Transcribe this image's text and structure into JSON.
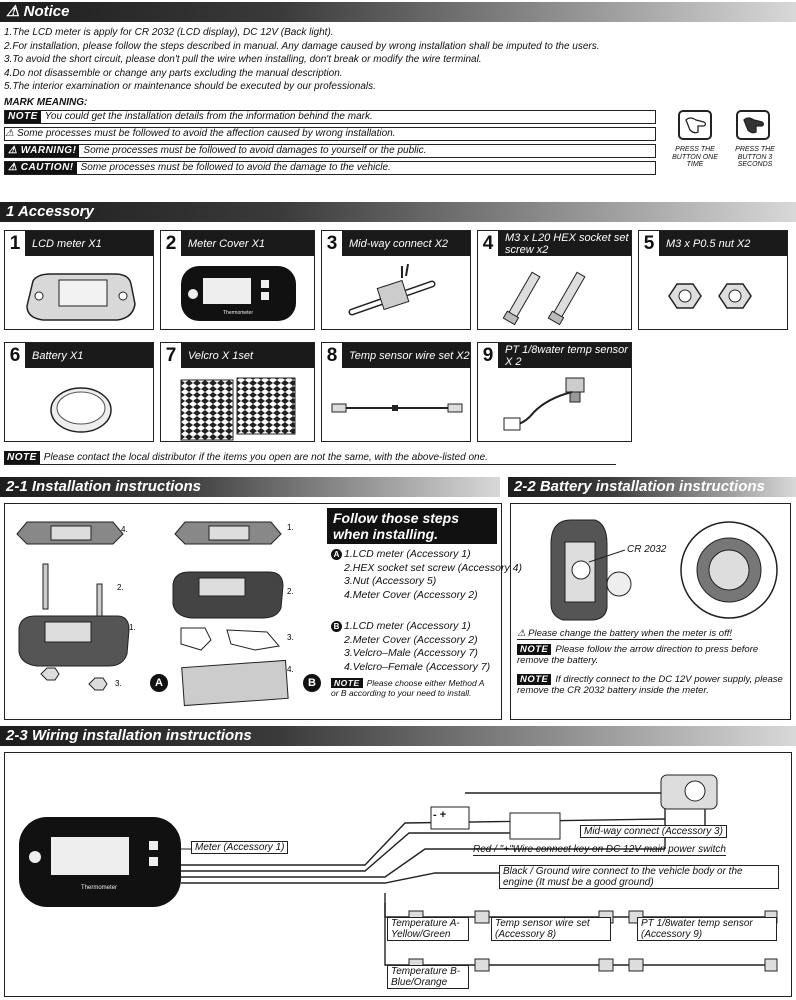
{
  "notice": {
    "title": "Notice",
    "lines": [
      "1.The LCD meter is apply for CR 2032 (LCD display), DC 12V (Back light).",
      "2.For installation, please follow the steps described in manual. Any damage caused by wrong installation shall be imputed to the users.",
      "3.To avoid the short circuit, please don't pull the wire when installing, don't break or modify the wire terminal.",
      "4.Do not disassemble or change any parts excluding the manual description.",
      "5.The interior examination or maintenance should be executed by our professionals."
    ],
    "mark_meaning_title": "MARK MEANING:",
    "marks": [
      {
        "tag": "NOTE",
        "text": "You could get the installation details from the information behind the mark."
      },
      {
        "tag": "⚠",
        "text": "Some processes must be followed to avoid the affection caused by wrong installation."
      },
      {
        "tag": "⚠ WARNING!",
        "text": "Some processes must be followed to avoid damages to yourself or the public."
      },
      {
        "tag": "⚠ CAUTION!",
        "text": "Some processes must be followed to avoid the damage to the vehicle."
      }
    ],
    "press_one": "PRESS THE BUTTON ONE TIME",
    "press_three": "PRESS THE BUTTON 3 SECONDS"
  },
  "accessory": {
    "title": "1 Accessory",
    "items": [
      {
        "num": "1",
        "label": "LCD meter X1"
      },
      {
        "num": "2",
        "label": "Meter Cover X1"
      },
      {
        "num": "3",
        "label": "Mid-way connect X2"
      },
      {
        "num": "4",
        "label": "M3 x L20 HEX socket set screw x2"
      },
      {
        "num": "5",
        "label": "M3 x P0.5 nut X2"
      },
      {
        "num": "6",
        "label": "Battery X1"
      },
      {
        "num": "7",
        "label": "Velcro X 1set"
      },
      {
        "num": "8",
        "label": "Temp sensor wire set X2"
      },
      {
        "num": "9",
        "label": "PT 1/8water temp sensor X 2"
      }
    ],
    "meter_text": "Thermometer",
    "note_tag": "NOTE",
    "note": "Please contact the local distributor if the items you open are not the same, with the above-listed one."
  },
  "install": {
    "title": "2-1 Installation instructions",
    "follow_title": "Follow those steps when installing.",
    "method_a": [
      "1.LCD meter (Accessory 1)",
      "2.HEX socket set screw (Accessory 4)",
      "3.Nut (Accessory 5)",
      "4.Meter Cover (Accessory 2)"
    ],
    "method_b": [
      "1.LCD meter (Accessory 1)",
      "2.Meter Cover (Accessory 2)",
      "3.Velcro–Male (Accessory 7)",
      "4.Velcro–Female (Accessory 7)"
    ],
    "marker_a": "A",
    "marker_b": "B",
    "note_tag": "NOTE",
    "note": "Please choose either Method A or B according to your need to install."
  },
  "battery": {
    "title": "2-2 Battery installation instructions",
    "cr_label": "CR 2032",
    "warn": "Please change the battery when the meter is off!",
    "note_tag": "NOTE",
    "note1": "Please follow the arrow direction to press before remove the battery.",
    "note2": "If directly connect to the DC 12V power supply, please remove the CR 2032 battery inside the meter."
  },
  "wiring": {
    "title": "2-3 Wiring installation instructions",
    "meter_label": "Meter (Accessory 1)",
    "midway": "Mid-way connect (Accessory 3)",
    "red_wire": "Red / \"+\"Wire connect key on DC 12V main power switch",
    "black_wire": "Black / Ground wire connect to the vehicle body or the engine (It must be a good ground)",
    "temp_a": "Temperature A-Yellow/Green",
    "temp_b": "Temperature B-Blue/Orange",
    "wire_set": "Temp sensor wire set (Accessory 8)",
    "sensor": "PT 1/8water temp sensor (Accessory 9)",
    "battery_sign": "- +"
  }
}
